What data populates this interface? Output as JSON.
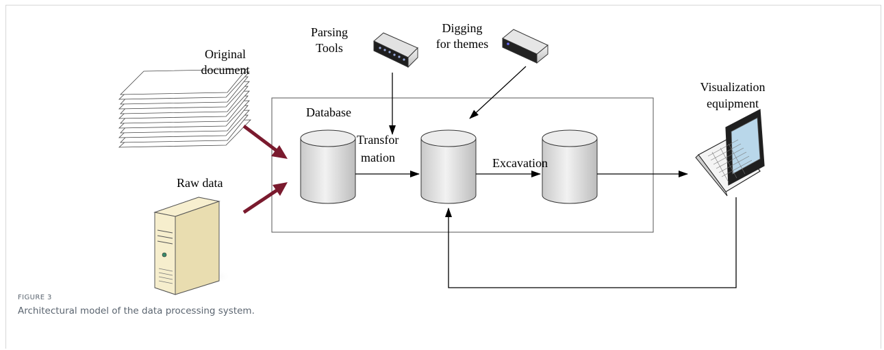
{
  "diagram": {
    "labels": {
      "original_document_l1": "Original",
      "original_document_l2": "document",
      "parsing_tools_l1": "Parsing",
      "parsing_tools_l2": "Tools",
      "digging_themes_l1": "Digging",
      "digging_themes_l2": "for themes",
      "visualization_l1": "Visualization",
      "visualization_l2": "equipment",
      "database": "Database",
      "transformation_l1": "Transfor",
      "transformation_l2": "mation",
      "excavation": "Excavation",
      "raw_data": "Raw data"
    },
    "colors": {
      "arrow_input": "#7a1a2e",
      "cylinder_fill": "#e8e8e8",
      "cylinder_stroke": "#333333",
      "line": "#000000"
    }
  },
  "caption": {
    "label": "FIGURE 3",
    "text": "Architectural model of the data processing system."
  }
}
